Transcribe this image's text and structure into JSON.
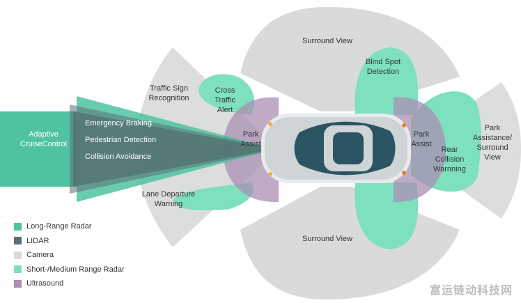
{
  "colors": {
    "long_range_radar": "#4fc3a1",
    "lidar": "#5d6f75",
    "camera": "#d9dadb",
    "short_medium_radar": "#7fe0be",
    "ultrasound": "#a98fb3"
  },
  "zones": {
    "adaptive_cruise": "Adaptive CruiseControl",
    "emergency_braking": "Emergency Braking",
    "pedestrian_detection": "Pedestrian Detection",
    "collision_avoidance": "Collision Avoidance",
    "traffic_sign": "Traffic Sign Recognition",
    "cross_traffic": "Cross Traffic Alert",
    "surround_view_top": "Surround View",
    "blind_spot": "Blind Spot Detection",
    "park_assist_front": "Park Assist",
    "park_assist_rear": "Park Assist",
    "rear_collision": "Rear Collision Warnning",
    "park_assistance_surround": "Park Assistance/ Surround View",
    "lane_departure": "Lane Departure Warning",
    "surround_view_bottom": "Surround View"
  },
  "legend": [
    {
      "label": "Long-Range Radar",
      "color": "#4fc3a1"
    },
    {
      "label": "LIDAR",
      "color": "#5d6f75"
    },
    {
      "label": "Camera",
      "color": "#d9dadb"
    },
    {
      "label": "Short-/Medium Range Radar",
      "color": "#7fe0be"
    },
    {
      "label": "Ultrasound",
      "color": "#a98fb3"
    }
  ],
  "watermark": "富运链动科技网"
}
